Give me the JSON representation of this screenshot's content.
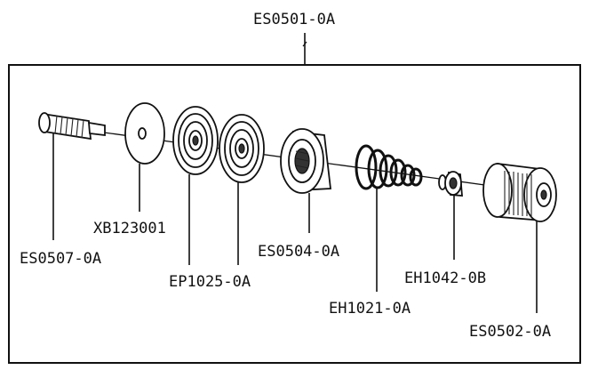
{
  "diagram": {
    "assembly_label": "ES0501-0A",
    "parts": {
      "screw": "ES0507-0A",
      "washer": "XB123001",
      "seal_pair": "EP1025-0A",
      "cup": "ES0504-0A",
      "spring": "EH1021-0A",
      "nut": "EH1042-0B",
      "knob": "ES0502-0A"
    }
  }
}
